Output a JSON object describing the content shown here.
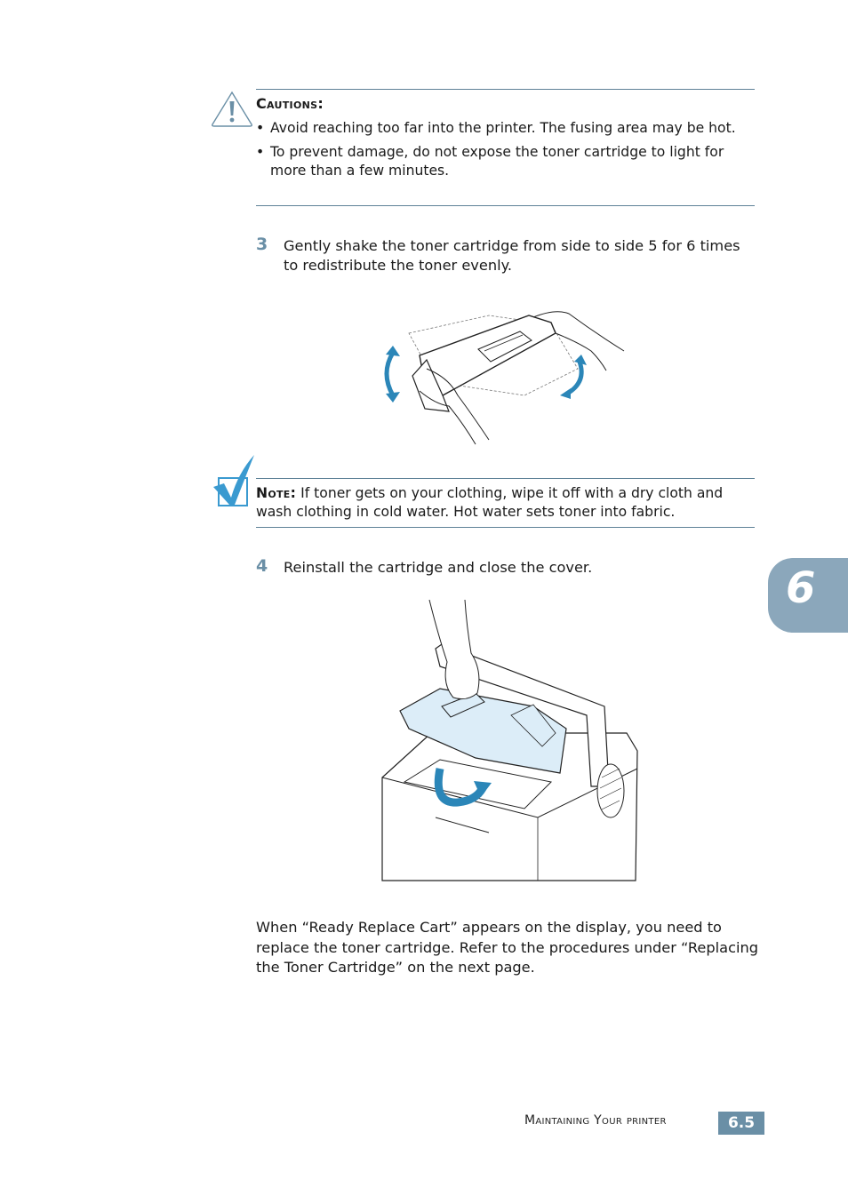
{
  "caution": {
    "heading": "Cautions:",
    "icon": "warning-triangle-icon",
    "items": [
      "Avoid reaching too far into the printer. The fusing area may be hot.",
      "To prevent damage, do not expose the toner cartridge to light for more than a few minutes."
    ],
    "bullet": "•"
  },
  "steps": [
    {
      "number": "3",
      "text": "Gently shake the toner cartridge from side to side 5 for 6 times to redistribute the toner evenly."
    },
    {
      "number": "4",
      "text": "Reinstall the cartridge and close the cover."
    }
  ],
  "figures": {
    "shake_cartridge": "Illustration: hands shaking toner cartridge side to side with blue arrows",
    "reinstall_cartridge": "Illustration: hand inserting toner cartridge into open printer with blue arrow"
  },
  "note": {
    "heading": "Note:",
    "icon": "checkmark-icon",
    "text": "If toner gets on your clothing, wipe it off with a dry cloth and wash clothing in cold water. Hot water sets toner into fabric."
  },
  "closing_paragraph": "When “Ready  Replace Cart” appears on the display, you need to replace the toner cartridge. Refer to the procedures under “Replacing the Toner Cartridge” on the next page.",
  "chapter_tab": "6",
  "footer": {
    "section_title": "Maintaining Your printer",
    "page_number": "6.5"
  },
  "colors": {
    "accent": "#6a8fa6",
    "rule": "#5e8197",
    "tab": "#8ba7bb",
    "arrow_blue": "#2b86b8"
  }
}
